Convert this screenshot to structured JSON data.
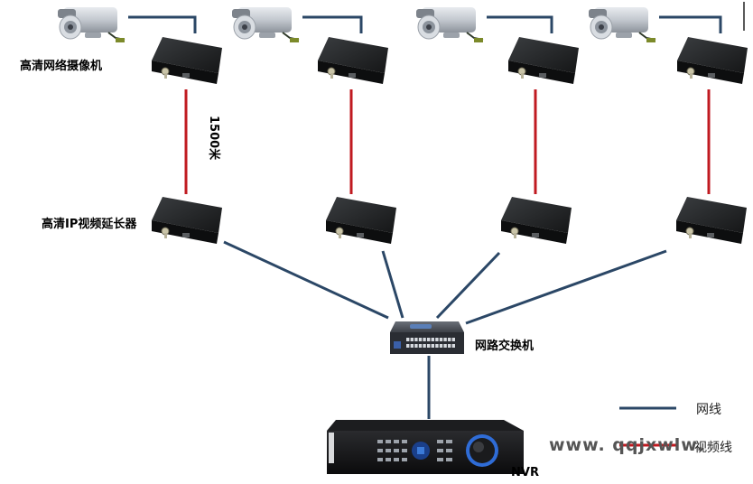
{
  "diagram": {
    "title": "高清网络摄像机 IP视频延长器 组网拓扑",
    "labels": {
      "camera": "高清网络摄像机",
      "distance": "1500米",
      "extender": "高清IP视频延长器",
      "switch": "网路交换机",
      "nvr": "NVR"
    },
    "columns": 4,
    "nodes": {
      "cameras": [
        "camera-1",
        "camera-2",
        "camera-3",
        "camera-4"
      ],
      "tx_extenders": [
        "transmitter-1",
        "transmitter-2",
        "transmitter-3",
        "transmitter-4"
      ],
      "rx_extenders": [
        "receiver-1",
        "receiver-2",
        "receiver-3",
        "receiver-4"
      ],
      "switch": "network-switch",
      "recorder": "nvr"
    },
    "legend": [
      {
        "label": "网线",
        "color": "#2b4766",
        "type": "network-cable"
      },
      {
        "label": "视频线",
        "color": "#c01a20",
        "type": "video-cable"
      }
    ],
    "watermark": "www. qqjxwlw."
  }
}
